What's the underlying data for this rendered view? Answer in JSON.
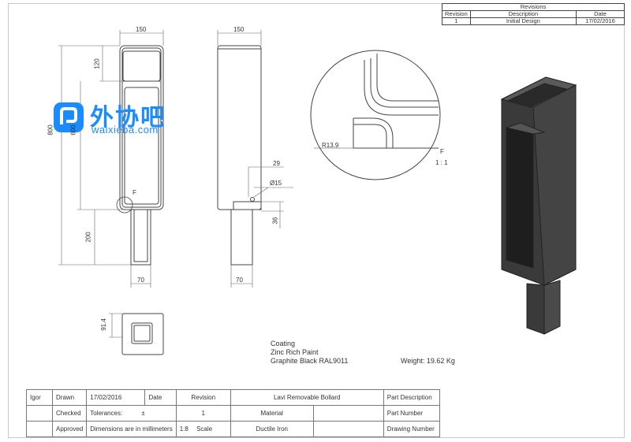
{
  "revisions": {
    "title": "Revisions",
    "headers": [
      "Revision",
      "Description",
      "Date"
    ],
    "rows": [
      [
        "1",
        "Initial Design",
        "17/02/2016"
      ]
    ]
  },
  "dimensions": {
    "front_width": "150",
    "side_width": "150",
    "height_total": "800",
    "top_section": "120",
    "inner_height": "600",
    "stem_height": "200",
    "stem_width_front": "70",
    "stem_width_side": "70",
    "hole_offset": "29",
    "hole_dia": "Ø15",
    "hole_height": "36",
    "base_size": "91.4",
    "radius": "R13.9"
  },
  "detail": {
    "label": "F",
    "scale": "1 : 1",
    "callout": "F"
  },
  "notes": {
    "coating_label": "Coating",
    "coating_1": "Zinc Rich Paint",
    "coating_2": "Graphite Black RAL9011",
    "weight": "Weight: 19.62 Kg"
  },
  "watermark": {
    "cn": "外协吧",
    "url": "waixieba.com"
  },
  "title_block": {
    "author": "Igor",
    "drawn_label": "Drawn",
    "drawn_date": "17/02/2016",
    "date_label": "Date",
    "revision_label": "Revision",
    "part_name": "Lavi Removable Bollard",
    "part_desc_label": "Part Description",
    "checked_label": "Checked",
    "tolerances_label": "Tolerances:",
    "tolerances_value": "±",
    "revision_value": "1",
    "material_label": "Material",
    "part_number_label": "Part Number",
    "approved_label": "Approved",
    "units_note": "Dimensions are in millimeters",
    "scale_value": "1:8",
    "scale_label": "Scale",
    "material_value": "Ductile Iron",
    "drawing_number_label": "Drawing Number"
  }
}
